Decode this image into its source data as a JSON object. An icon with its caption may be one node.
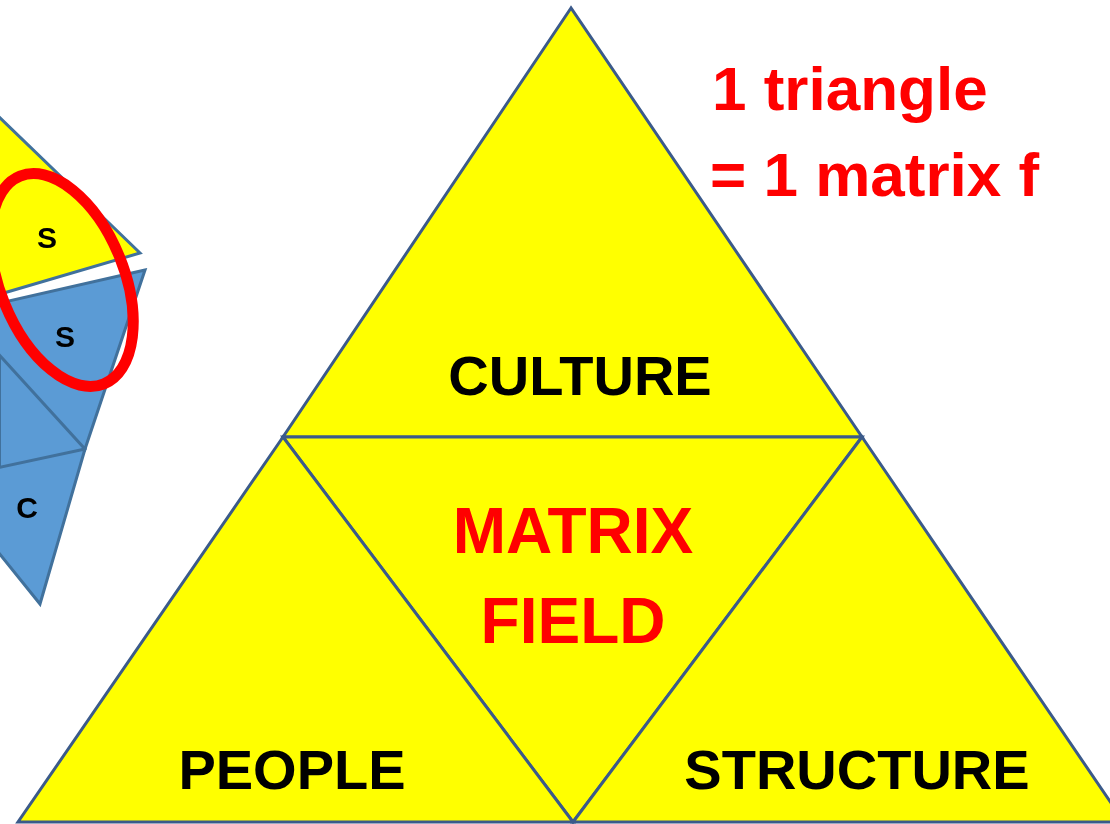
{
  "diagram": {
    "nodes": [
      {
        "text": [
          "CULTURE"
        ]
      },
      {
        "text": [
          "MATRIX FIELD"
        ]
      },
      {
        "text": [
          "PEOPLE"
        ]
      },
      {
        "text": [
          "STRUCTURE"
        ]
      },
      {
        "text": [
          "S"
        ]
      },
      {
        "text": [
          "S"
        ]
      },
      {
        "text": [
          "C"
        ]
      }
    ],
    "edges": [],
    "labels": [
      "1 triangle",
      "= 1 matrix f"
    ]
  }
}
